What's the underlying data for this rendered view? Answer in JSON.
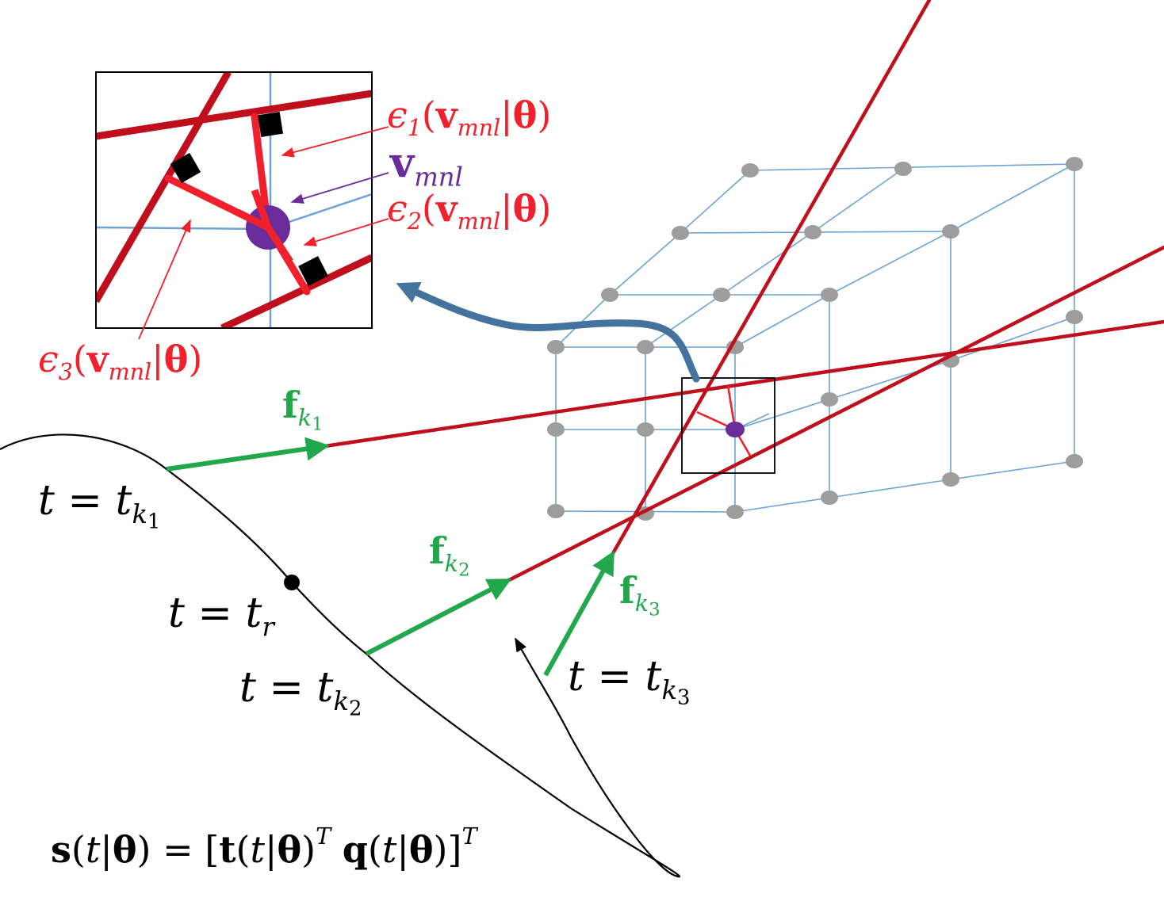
{
  "colors": {
    "ray": "#bf0f1c",
    "residual": "#f0202c",
    "arrow_green": "#22a84c",
    "grid_line": "#6ea3d3",
    "grid_node": "#9d9d9d",
    "voxel": "#6a2c9a",
    "curved_arrow": "#44739f",
    "black": "#000000"
  },
  "labels": {
    "eps1": {
      "sym": "ϵ",
      "idx": "1",
      "open": "(",
      "v": "v",
      "vsub": "mnl",
      "bar": "|",
      "theta": "θ",
      "close": ")"
    },
    "vmnl": {
      "v": "v",
      "vsub": "mnl"
    },
    "eps2": {
      "sym": "ϵ",
      "idx": "2",
      "open": "(",
      "v": "v",
      "vsub": "mnl",
      "bar": "|",
      "theta": "θ",
      "close": ")"
    },
    "eps3": {
      "sym": "ϵ",
      "idx": "3",
      "open": "(",
      "v": "v",
      "vsub": "mnl",
      "bar": "|",
      "theta": "θ",
      "close": ")"
    },
    "fk1": {
      "f": "f",
      "k": "k",
      "n": "1"
    },
    "fk2": {
      "f": "f",
      "k": "k",
      "n": "2"
    },
    "fk3": {
      "f": "f",
      "k": "k",
      "n": "3"
    },
    "tk1": {
      "t": "t",
      "eq": " = ",
      "tt": "t",
      "k": "k",
      "n": "1"
    },
    "tr": {
      "t": "t",
      "eq": " = ",
      "tt": "t",
      "r": "r"
    },
    "tk2": {
      "t": "t",
      "eq": " = ",
      "tt": "t",
      "k": "k",
      "n": "2"
    },
    "tk3": {
      "t": "t",
      "eq": " = ",
      "tt": "t",
      "k": "k",
      "n": "3"
    },
    "formula": {
      "s": "s",
      "p1": "(",
      "t1": "t",
      "b1": "|",
      "th1": "θ",
      "p2": ") = [",
      "tb": "t",
      "p3": "(",
      "t2": "t",
      "b2": "|",
      "th2": "θ",
      "p4": ")",
      "T1": "T",
      "q": "q",
      "p5": "(",
      "t3": "t",
      "b3": "|",
      "th3": "θ",
      "p6": ")]",
      "T2": "T"
    }
  }
}
